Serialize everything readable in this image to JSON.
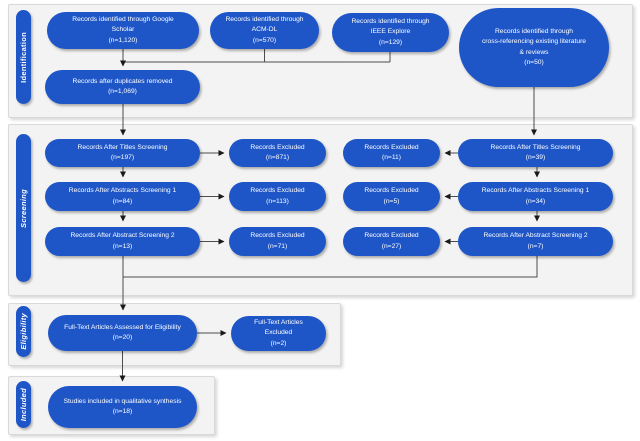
{
  "colors": {
    "node_fill": "#1e56c8",
    "node_text": "#ffffff",
    "section_bg": "#f3f3f3",
    "section_border": "#d9d9d9",
    "connector": "#4d4d4d"
  },
  "stages": {
    "identification": "Identification",
    "screening": "Screening",
    "eligibility": "Eligibility",
    "included": "Included"
  },
  "nodes": {
    "google_scholar": [
      "Records identified through Google",
      "Scholar",
      "(n=1,120)"
    ],
    "acm_dl": [
      "Records identified through",
      "ACM-DL",
      "(n=570)"
    ],
    "ieee_explore": [
      "Records identified through",
      "IEEE Explore",
      "(n=129)"
    ],
    "cross_referencing": [
      "Records identified through",
      "cross-referencing existing literature",
      "& reviews",
      "(n=50)"
    ],
    "duplicates_removed": [
      "Records after duplicates removed",
      "(n=1,069)"
    ],
    "titles_left": [
      "Records After Titles Screening",
      "(n=197)"
    ],
    "excluded_871": [
      "Records Excluded",
      "(n=871)"
    ],
    "excluded_11": [
      "Records Excluded",
      "(n=11)"
    ],
    "titles_right": [
      "Records After Titles Screening",
      "(n=39)"
    ],
    "abstracts1_left": [
      "Records After Abstracts Screening 1",
      "(n=84)"
    ],
    "excluded_113": [
      "Records Excluded",
      "(n=113)"
    ],
    "excluded_5": [
      "Records Excluded",
      "(n=5)"
    ],
    "abstracts1_right": [
      "Records After Abstracts Screening 1",
      "(n=34)"
    ],
    "abstract2_left": [
      "Records After Abstract Screening 2",
      "(n=13)"
    ],
    "excluded_71": [
      "Records Excluded",
      "(n=71)"
    ],
    "excluded_27": [
      "Records Excluded",
      "(n=27)"
    ],
    "abstract2_right": [
      "Records After Abstract Screening 2",
      "(n=7)"
    ],
    "fulltext_assessed": [
      "Full-Text Articles Assessed for Eligibility",
      "(n=20)"
    ],
    "fulltext_excluded": [
      "Full-Text Articles",
      "Excluded",
      "(n=2)"
    ],
    "qualitative_synthesis": [
      "Studies included in qualitative synthesis",
      "(n=18)"
    ]
  }
}
